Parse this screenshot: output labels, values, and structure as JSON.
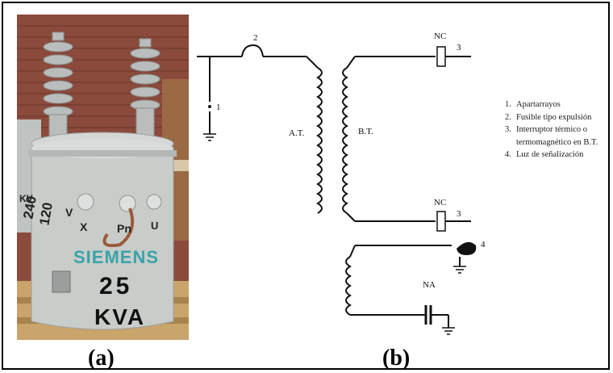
{
  "figure": {
    "caption_a": "(a)",
    "caption_b": "(b)"
  },
  "photo": {
    "voltage_top": "240",
    "voltage_bottom": "120",
    "voltage_unit": "V",
    "terminal_x": "X",
    "terminal_pn": "Pn",
    "terminal_u": "U",
    "brand": "SIEMENS",
    "rating_value": "25",
    "rating_unit": "KVA",
    "side_letters": "KV"
  },
  "diagram": {
    "label_2": "2",
    "label_1": "1",
    "label_at": "A.T.",
    "label_bt": "B.T.",
    "label_nc_top": "NC",
    "label_3_top": "3",
    "label_nc_bottom": "NC",
    "label_3_bottom": "3",
    "label_4": "4",
    "label_na": "NA"
  },
  "legend": {
    "items": [
      {
        "num": "1.",
        "text": "Apartarrayos"
      },
      {
        "num": "2.",
        "text": "Fusible tipo expulsión"
      },
      {
        "num": "3.",
        "text": "Interruptor térmico o termomagnético en B.T."
      },
      {
        "num": "4.",
        "text": "Luz de señalización"
      }
    ]
  },
  "colors": {
    "tank": "#c9cdca",
    "brick": "#8a4a3c",
    "pallet": "#c9a46b",
    "brand_blue": "#3aa3a8"
  }
}
